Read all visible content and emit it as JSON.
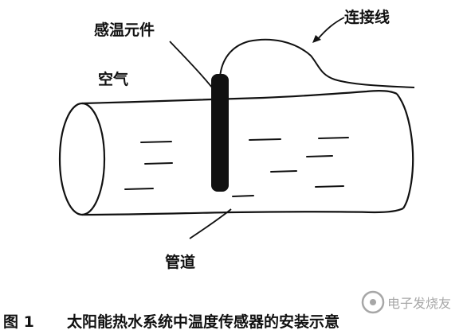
{
  "labels": {
    "sensor_element": "感温元件",
    "connecting_wire": "连接线",
    "air": "空气",
    "pipe": "管道"
  },
  "caption": {
    "figure_number": "图 1",
    "text": "太阳能热水系统中温度传感器的安装示意"
  },
  "watermark": {
    "text": "电子发烧友"
  },
  "colors": {
    "ink": "#111111",
    "watermark": "#8a8a8a",
    "background": "#ffffff"
  }
}
